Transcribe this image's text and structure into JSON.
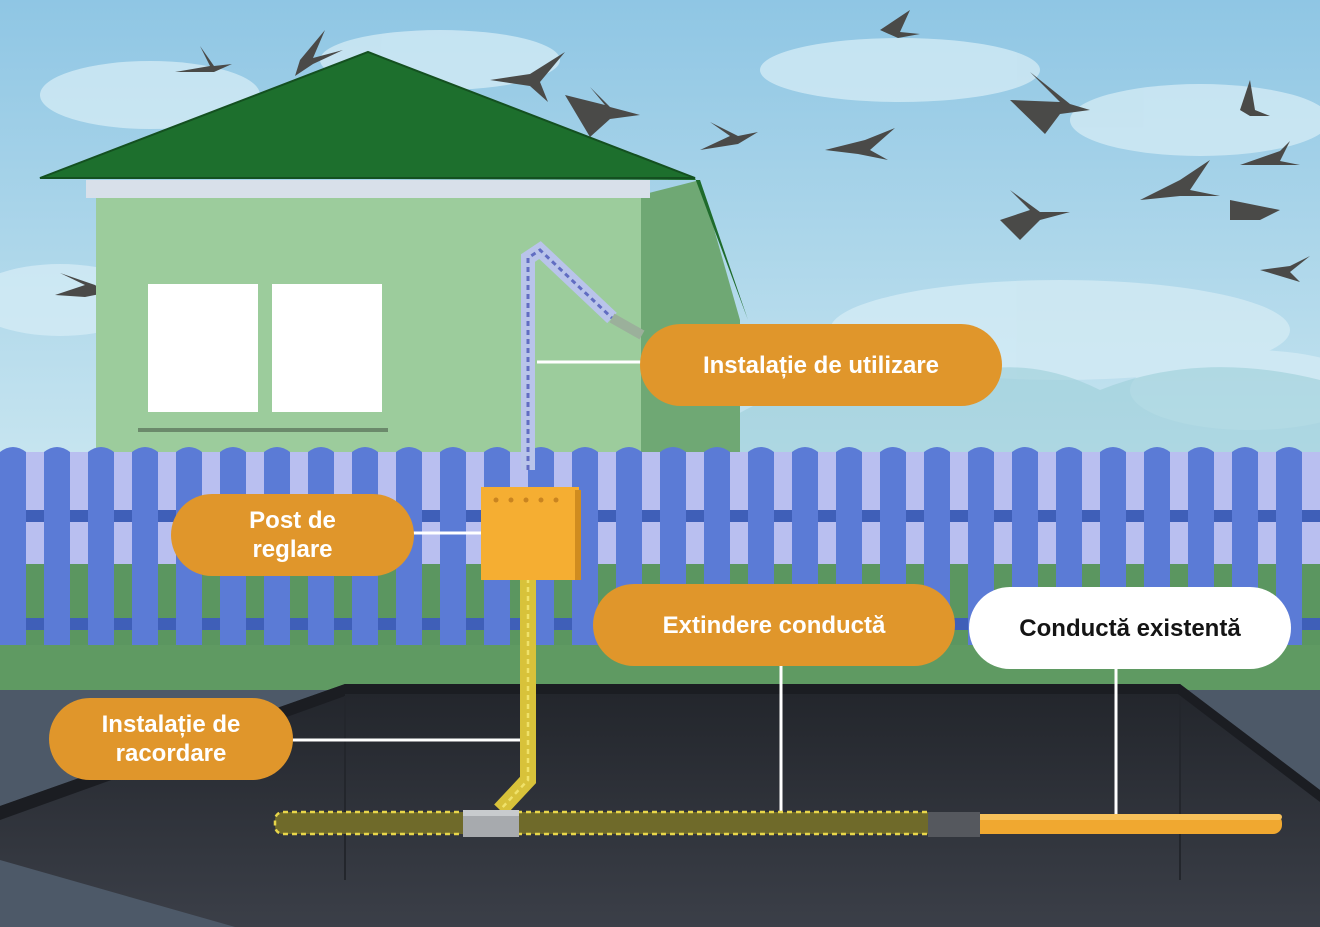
{
  "labels": {
    "usage_installation": "Instalație de utilizare",
    "regulation_post": "Post de\nreglare",
    "pipe_extension": "Extindere conductă",
    "existing_pipe": "Conductă existentă",
    "connection_installation": "Instalație de\nracordare"
  },
  "colors": {
    "callout_orange": "#e0962b",
    "callout_white": "#ffffff",
    "existing_pipe": "#f0a830",
    "new_pipe": "#c8b83a",
    "regulator_box": "#f5ae32",
    "fence": "#5b7bd6",
    "house_wall": "#9ccc9c",
    "roof": "#1f6b2c",
    "sky": "#a9d6ea",
    "trench": "#2d3038"
  }
}
